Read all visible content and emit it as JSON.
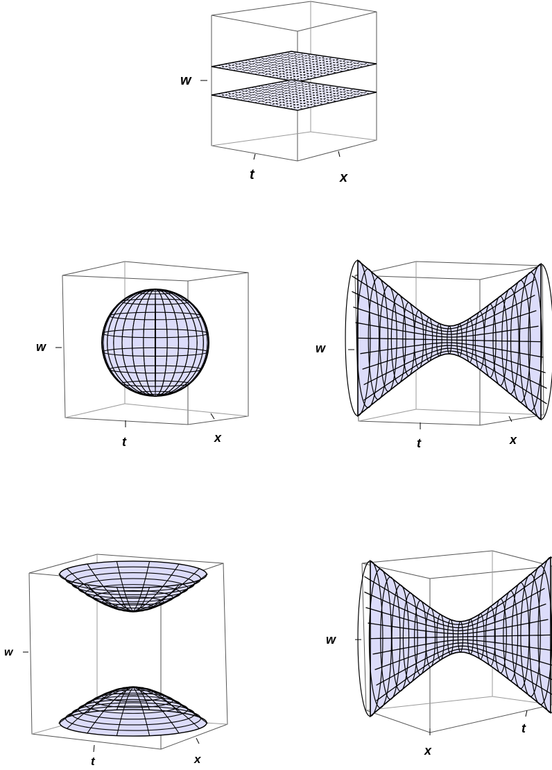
{
  "panels": [
    {
      "id": "planes",
      "shape": "parallel-planes",
      "axes": {
        "vertical": "w",
        "left": "t",
        "right": "x"
      }
    },
    {
      "id": "sphere",
      "shape": "sphere",
      "axes": {
        "vertical": "w",
        "left": "t",
        "right": "x"
      }
    },
    {
      "id": "hyperboloid-one",
      "shape": "one-sheet-hyperboloid",
      "axes": {
        "vertical": "w",
        "left": "t",
        "right": "x"
      }
    },
    {
      "id": "hyperboloid-two",
      "shape": "two-sheet-hyperboloid",
      "axes": {
        "vertical": "w",
        "left": "t",
        "right": "x"
      }
    },
    {
      "id": "hyperboloid-one-rotated",
      "shape": "one-sheet-hyperboloid",
      "axes": {
        "vertical": "w",
        "left": "x",
        "right": "t"
      }
    }
  ],
  "colors": {
    "surface_fill": "#dcdcfa",
    "mesh_line": "#000000",
    "box_line": "#555555"
  }
}
